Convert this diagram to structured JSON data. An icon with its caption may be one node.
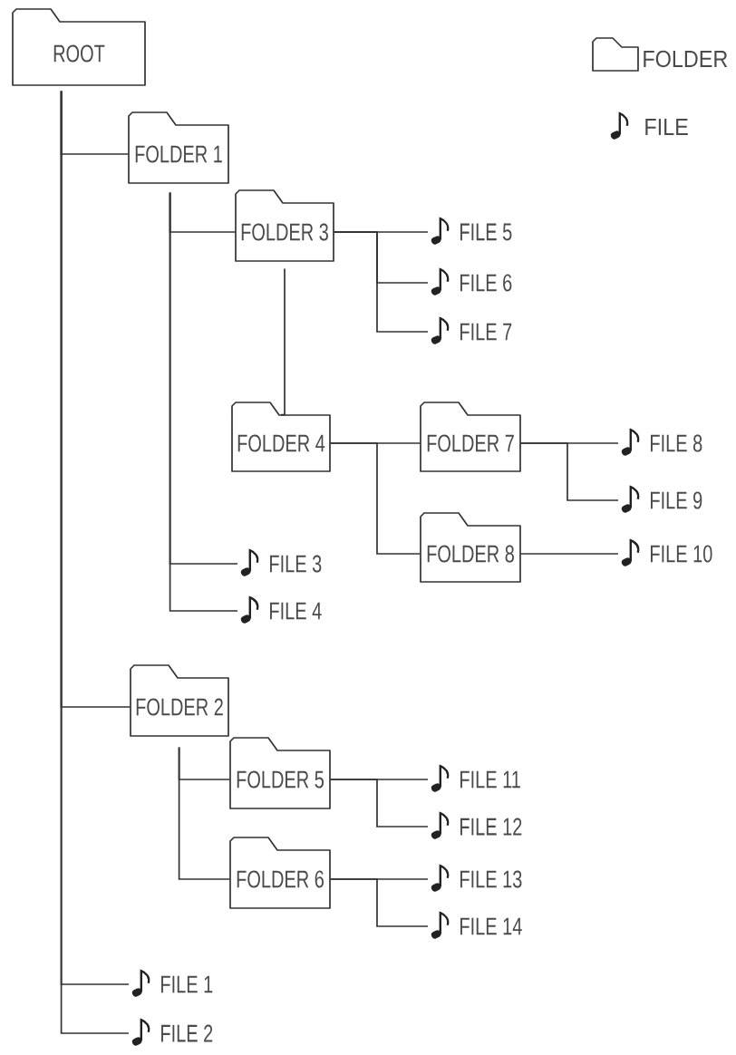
{
  "diagram": {
    "nodes": [
      {
        "text": [
          "ROOT"
        ]
      },
      {
        "text": [
          "FOLDER 1"
        ]
      },
      {
        "text": [
          "FOLDER 3"
        ]
      },
      {
        "text": [
          "FILE 5"
        ]
      },
      {
        "text": [
          "FILE 6"
        ]
      },
      {
        "text": [
          "FILE 7"
        ]
      },
      {
        "text": [
          "FOLDER 4"
        ]
      },
      {
        "text": [
          "FOLDER 7"
        ]
      },
      {
        "text": [
          "FILE 8"
        ]
      },
      {
        "text": [
          "FILE 9"
        ]
      },
      {
        "text": [
          "FOLDER 8"
        ]
      },
      {
        "text": [
          "FILE 10"
        ]
      },
      {
        "text": [
          "FILE 3"
        ]
      },
      {
        "text": [
          "FILE 4"
        ]
      },
      {
        "text": [
          "FOLDER 2"
        ]
      },
      {
        "text": [
          "FOLDER 5"
        ]
      },
      {
        "text": [
          "FILE 11"
        ]
      },
      {
        "text": [
          "FILE 12"
        ]
      },
      {
        "text": [
          "FOLDER 6"
        ]
      },
      {
        "text": [
          "FILE 13"
        ]
      },
      {
        "text": [
          "FILE 14"
        ]
      },
      {
        "text": [
          "FILE 1"
        ]
      },
      {
        "text": [
          "FILE 2"
        ]
      }
    ],
    "edges": [
      {
        "from": 0,
        "to": 1,
        "arrow": "none"
      },
      {
        "from": 1,
        "to": 2,
        "arrow": "none"
      },
      {
        "from": 2,
        "to": 3,
        "arrow": "none"
      },
      {
        "from": 2,
        "to": 4,
        "arrow": "none"
      },
      {
        "from": 2,
        "to": 5,
        "arrow": "none"
      },
      {
        "from": 2,
        "to": 6,
        "arrow": "none"
      },
      {
        "from": 6,
        "to": 7,
        "arrow": "none"
      },
      {
        "from": 6,
        "to": 10,
        "arrow": "none"
      },
      {
        "from": 7,
        "to": 8,
        "arrow": "none"
      },
      {
        "from": 7,
        "to": 9,
        "arrow": "none"
      },
      {
        "from": 10,
        "to": 11,
        "arrow": "none"
      },
      {
        "from": 1,
        "to": 12,
        "arrow": "none"
      },
      {
        "from": 1,
        "to": 13,
        "arrow": "none"
      },
      {
        "from": 0,
        "to": 14,
        "arrow": "none"
      },
      {
        "from": 14,
        "to": 15,
        "arrow": "none"
      },
      {
        "from": 15,
        "to": 16,
        "arrow": "none"
      },
      {
        "from": 15,
        "to": 17,
        "arrow": "none"
      },
      {
        "from": 14,
        "to": 18,
        "arrow": "none"
      },
      {
        "from": 18,
        "to": 19,
        "arrow": "none"
      },
      {
        "from": 18,
        "to": 20,
        "arrow": "none"
      },
      {
        "from": 0,
        "to": 21,
        "arrow": "none"
      },
      {
        "from": 0,
        "to": 22,
        "arrow": "none"
      }
    ],
    "legend": [
      {
        "text": "FOLDER"
      },
      {
        "text": "FILE"
      }
    ]
  }
}
